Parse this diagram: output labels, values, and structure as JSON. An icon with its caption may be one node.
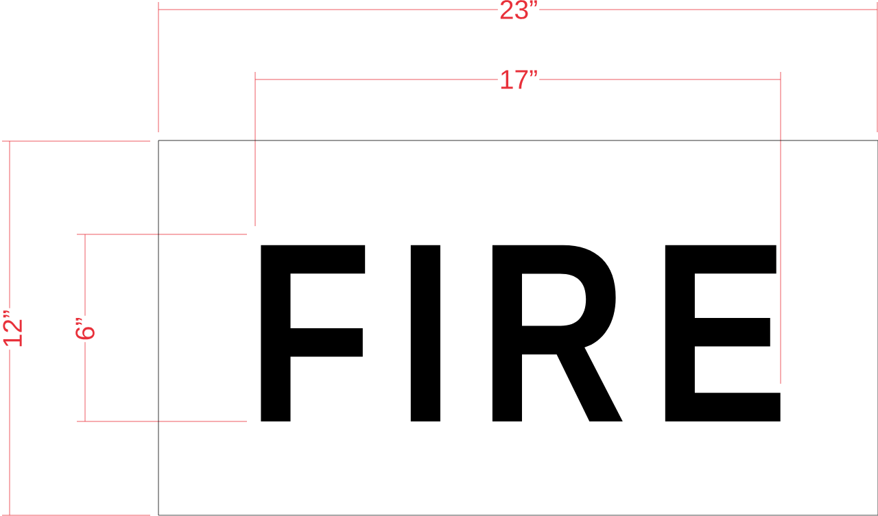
{
  "diagram": {
    "nodes": [
      {
        "text": [
          "FIRE"
        ]
      }
    ],
    "labels": [
      "23”",
      "17”",
      "12”",
      "6”"
    ]
  }
}
